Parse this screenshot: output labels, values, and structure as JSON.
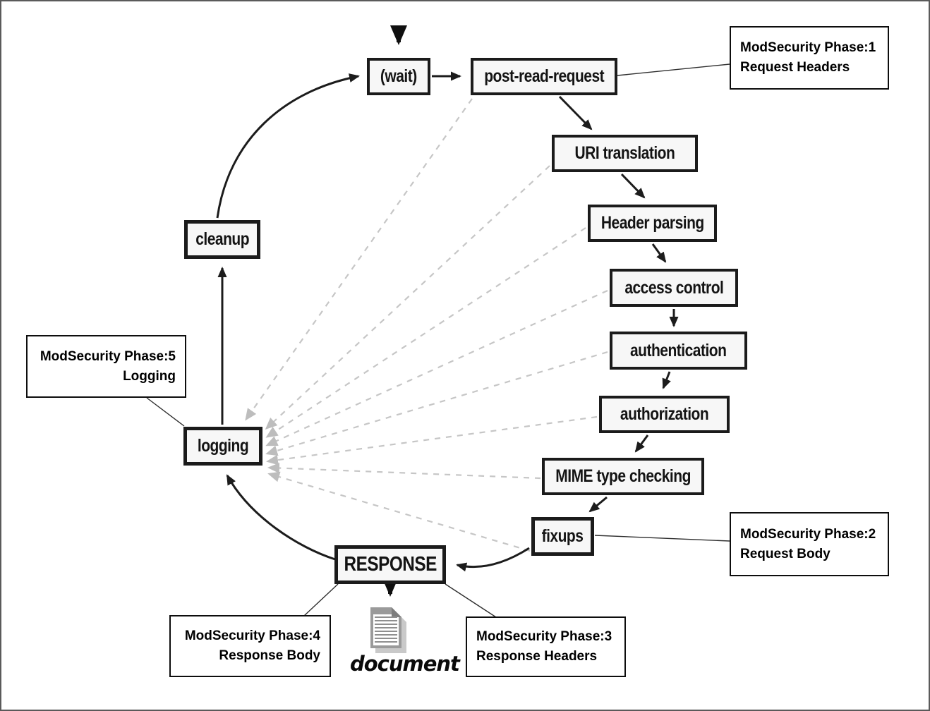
{
  "diagram": {
    "nodes": {
      "wait": "(wait)",
      "post_read_request": "post-read-request",
      "uri_translation": "URI translation",
      "header_parsing": "Header parsing",
      "access_control": "access control",
      "authentication": "authentication",
      "authorization": "authorization",
      "mime_type_checking": "MIME type checking",
      "fixups": "fixups",
      "response": "RESPONSE",
      "logging": "logging",
      "cleanup": "cleanup"
    },
    "annotations": {
      "phase1": {
        "line1": "ModSecurity Phase:1",
        "line2": "Request Headers"
      },
      "phase2": {
        "line1": "ModSecurity Phase:2",
        "line2": "Request Body"
      },
      "phase3": {
        "line1": "ModSecurity Phase:3",
        "line2": "Response Headers"
      },
      "phase4": {
        "line1": "ModSecurity Phase:4",
        "line2": "Response Body"
      },
      "phase5": {
        "line1": "ModSecurity Phase:5",
        "line2": "Logging"
      }
    },
    "document_label": "document",
    "colors": {
      "node_border": "#1b1b1b",
      "node_fill": "#f7f7f7",
      "solid_arrow": "#1c1c1c",
      "dashed_arrow": "#c6c6c6",
      "annotation_border": "#0d0d0d"
    }
  }
}
